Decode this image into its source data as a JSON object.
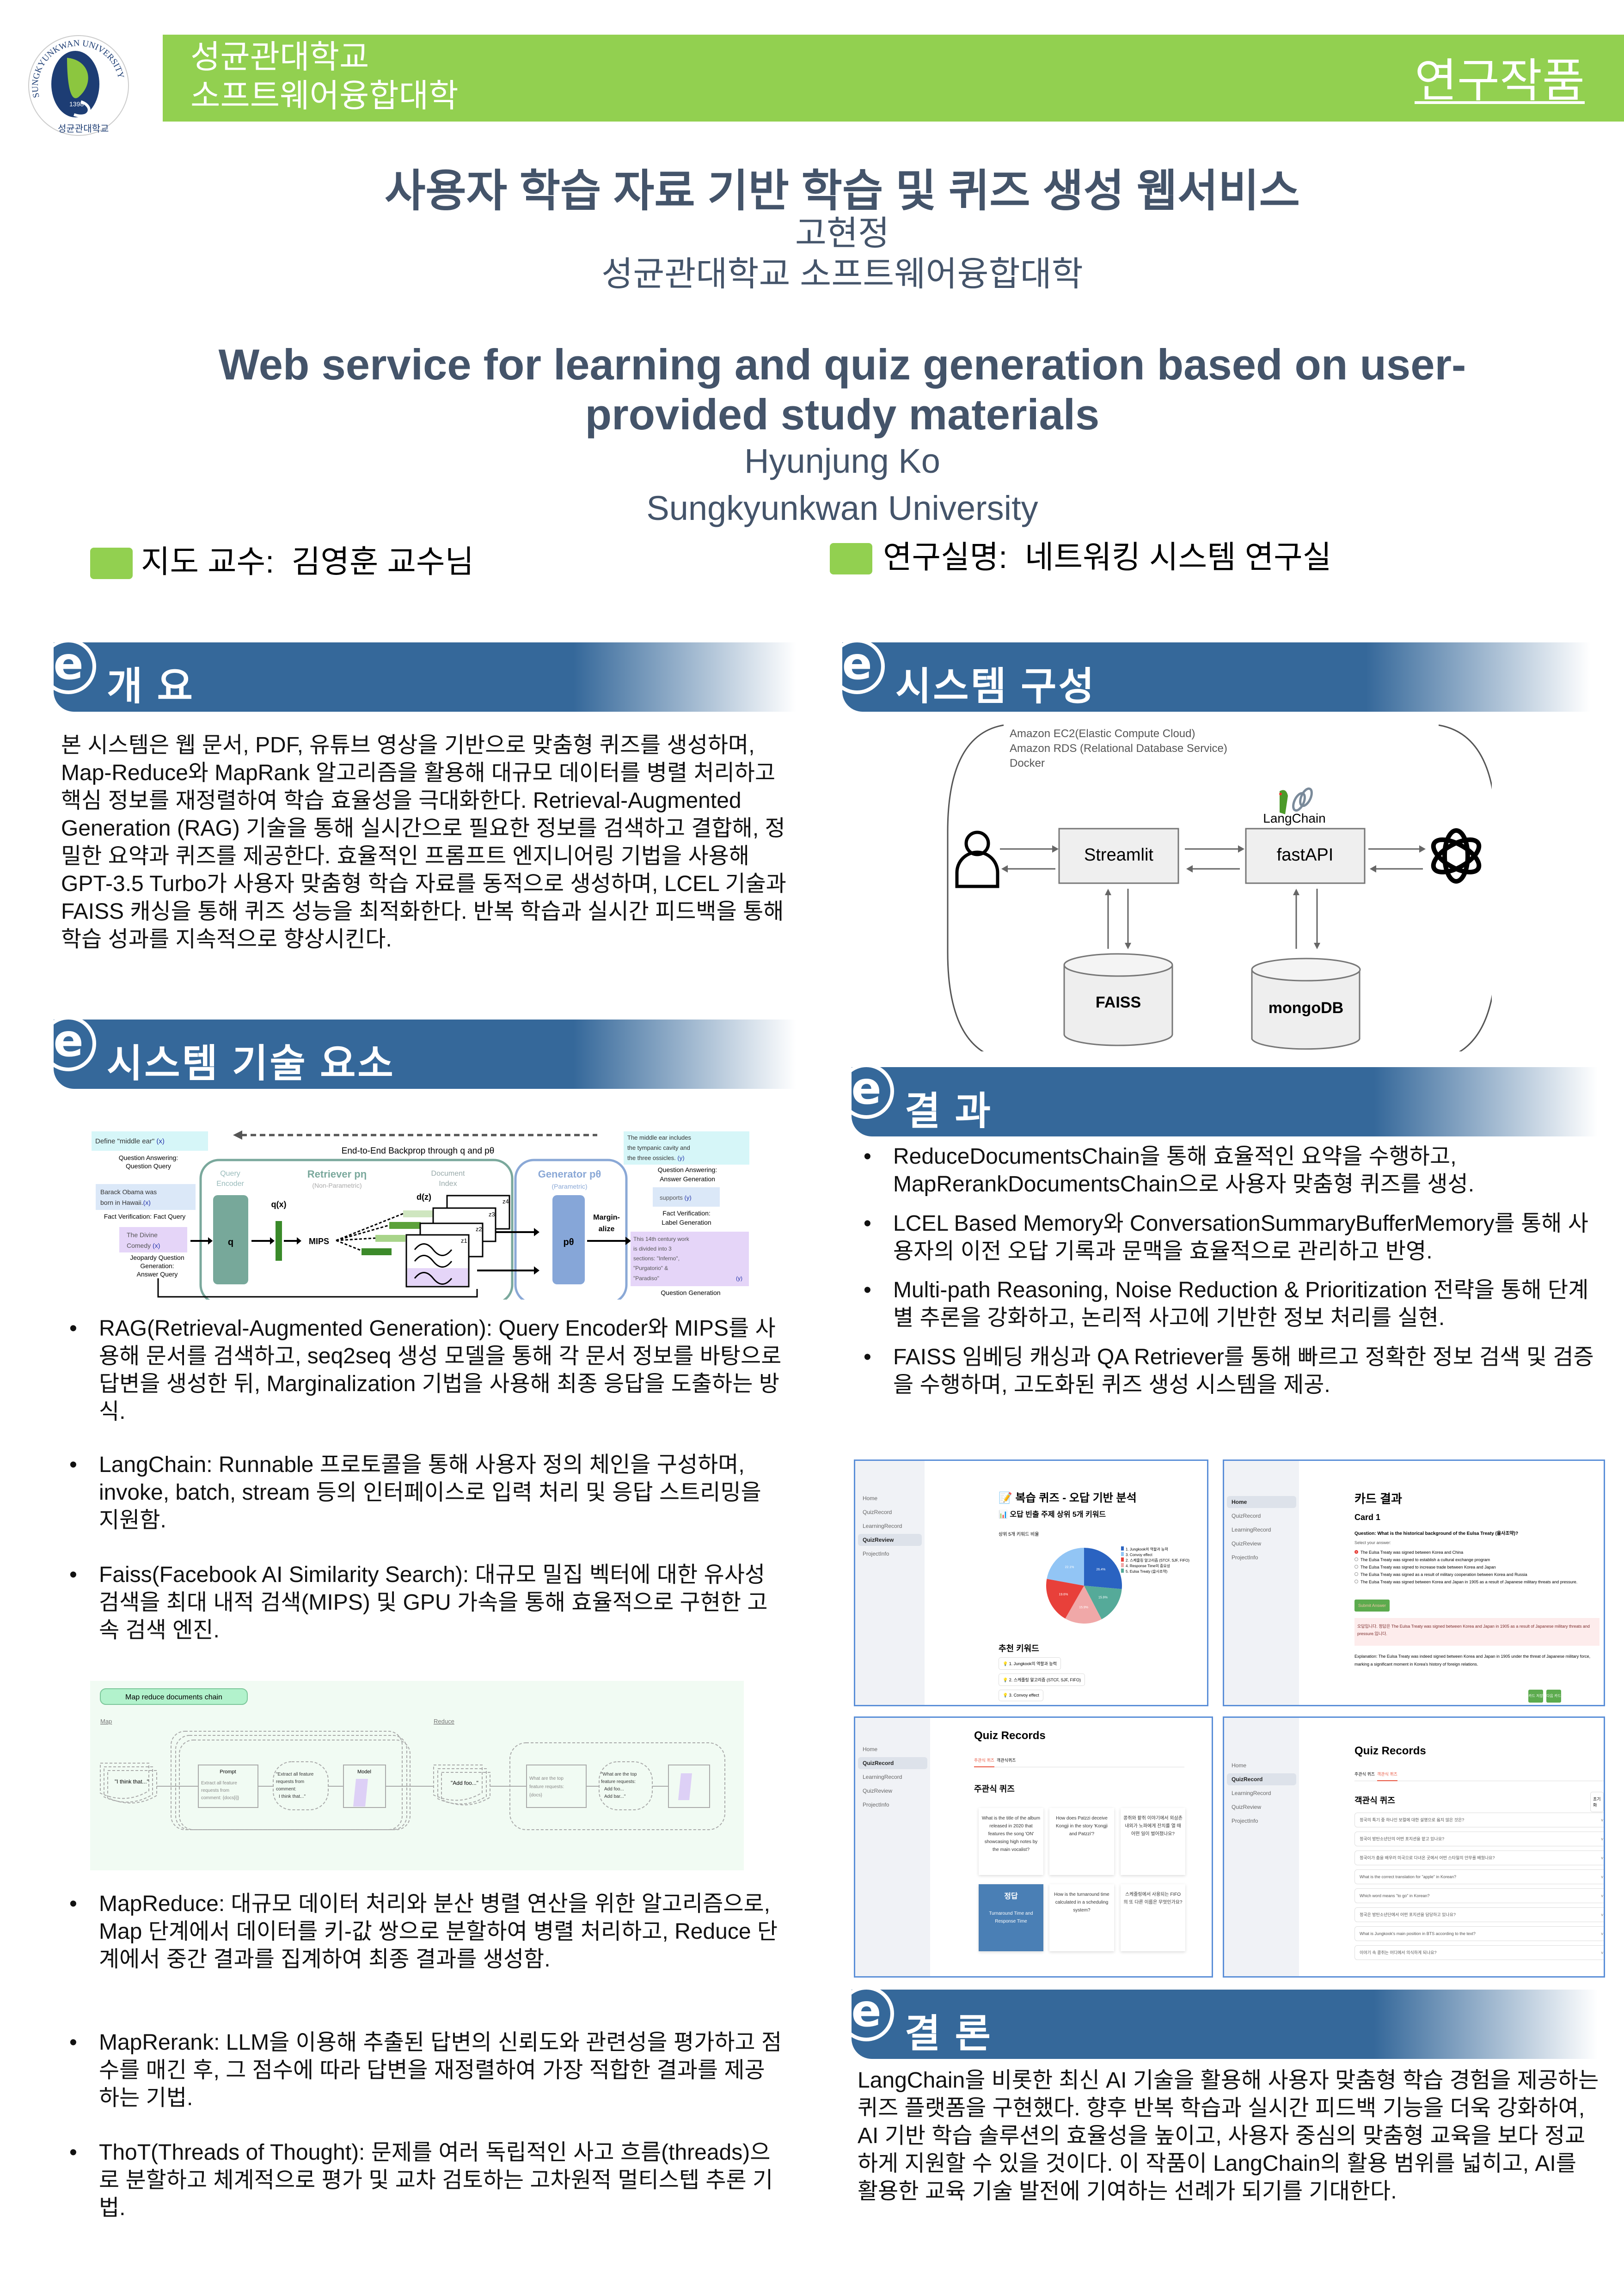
{
  "header": {
    "school": "성균관대학교",
    "college": "소프트웨어융합대학",
    "category": "연구작품",
    "logo_text": "SUNGKYUNKWAN UNIVERSITY · 1398 · 성균관대학교"
  },
  "title": {
    "ko": "사용자 학습 자료 기반 학습 및 퀴즈 생성 웹서비스",
    "author_ko": "고현정",
    "affiliation_ko": "성균관대학교 소프트웨어융합대학",
    "en_lines": [
      "Web service for learning and quiz generation based on user-",
      "provided study materials"
    ],
    "author_en": "Hyunjung Ko",
    "affiliation_en": "Sungkyunkwan University"
  },
  "advisor": "지도 교수:  김영훈 교수님",
  "lab": "연구실명:  네트워킹 시스템 연구실",
  "colors": {
    "banner": "#92d050",
    "section_band": "#35689a",
    "title_text": "#44546a",
    "panel_border": "#5b8fd8"
  },
  "sections": {
    "overview": {
      "title": "개 요",
      "text": "본 시스템은 웹 문서, PDF, 유튜브 영상을 기반으로 맞춤형 퀴즈를 생성하며, Map-Reduce와 MapRank 알고리즘을 활용해 대규모 데이터를 병렬 처리하고 핵심 정보를 재정렬하여 학습 효율성을 극대화한다. Retrieval-Augmented Generation (RAG) 기술을 통해 실시간으로 필요한 정보를 검색하고 결합해, 정밀한 요약과 퀴즈를 제공한다. 효율적인 프롬프트 엔지니어링 기법을 사용해 GPT-3.5 Turbo가 사용자 맞춤형 학습 자료를 동적으로 생성하며, LCEL 기술과 FAISS 캐싱을 통해 퀴즈 성능을 최적화한다. 반복 학습과 실시간 피드백을 통해 학습 성과를 지속적으로 향상시킨다."
    },
    "tech": {
      "title": "시스템 기술 요소",
      "bullets": [
        "RAG(Retrieval-Augmented Generation): Query Encoder와 MIPS를 사용해 문서를 검색하고, seq2seq 생성 모델을 통해 각 문서 정보를 바탕으로 답변을 생성한 뒤, Marginalization 기법을 사용해 최종 응답을 도출하는 방식.",
        "LangChain: Runnable 프로토콜을 통해 사용자 정의 체인을 구성하며, invoke, batch, stream 등의 인터페이스로 입력 처리 및 응답 스트리밍을 지원함.",
        "Faiss(Facebook AI Similarity Search): 대규모 밀집 벡터에 대한 유사성 검색을 최대 내적 검색(MIPS) 및 GPU 가속을 통해 효율적으로 구현한 고속 검색 엔진.",
        "MapReduce: 대규모 데이터 처리와 분산 병렬 연산을 위한 알고리즘으로, Map 단계에서 데이터를 키-값 쌍으로 분할하여 병렬 처리하고, Reduce 단계에서 중간 결과를 집계하여 최종 결과를 생성함.",
        "MapRerank: LLM을 이용해 추출된 답변의 신뢰도와 관련성을 평가하고 점수를 매긴 후, 그 점수에 따라 답변을 재정렬하여 가장 적합한 결과를 제공하는 기법.",
        "ThoT(Threads of Thought): 문제를 여러 독립적인 사고 흐름(threads)으로 분할하고 체계적으로 평가 및 교차 검토하는 고차원적 멀티스텝 추론 기법."
      ],
      "rag_figure": {
        "backprop": "End-to-End Backprop through q and pθ",
        "retriever": "Retriever pη",
        "retriever_sub": "(Non-Parametric)",
        "query_encoder": [
          "Query",
          "Encoder"
        ],
        "doc_index": [
          "Document",
          "Index"
        ],
        "generator": "Generator pθ",
        "generator_sub": "(Parametric)",
        "q": "q",
        "qx": "q(x)",
        "mips": "MIPS",
        "dz": "d(z)",
        "p": "pθ",
        "marginalize": [
          "Margin-",
          "alize"
        ],
        "z": [
          "z4",
          "z3",
          "z2",
          "z1"
        ],
        "in1": "Define \"middle ear\"",
        "in1_lbl": [
          "Question Answering:",
          "Question Query"
        ],
        "in2": [
          "Barack Obama was",
          "born in Hawaii."
        ],
        "in2_lbl": "Fact Verification: Fact Query",
        "in3": [
          "The Divine",
          "Comedy"
        ],
        "in3_lbl": [
          "Jeopardy Question",
          "Generation:",
          "Answer Query"
        ],
        "x": "(x)",
        "y": "(y)",
        "out1": [
          "The middle ear includes",
          "the tympanic cavity and",
          "the three ossicles."
        ],
        "out1_lbl": [
          "Question Answering:",
          "Answer Generation"
        ],
        "out2": "supports",
        "out2_lbl": [
          "Fact Verification:",
          "Label Generation"
        ],
        "out3": [
          "This 14th century work",
          "is divided into 3",
          "sections: \"Inferno\",",
          "\"Purgatorio\" &",
          "\"Paradiso\""
        ],
        "out3_lbl": "Question Generation"
      },
      "mapreduce_figure": {
        "title": "Map reduce documents chain",
        "map": "Map",
        "reduce": "Reduce",
        "doc": "\"I think that...\"",
        "prompt": "Prompt",
        "prompt_text": [
          "Extract all feature",
          "requests from",
          "comment: {docs[i]}"
        ],
        "filled": [
          "\"Extract all feature",
          "requests from",
          "comment:",
          "I think that...\""
        ],
        "model": "Model",
        "mid_doc": "\"Add foo...\"",
        "reduce_prompt": [
          "What are the top",
          "feature requests:",
          "{docs}"
        ],
        "reduce_filled": [
          "\"What are the top",
          "feature requests:",
          "Add foo...",
          "Add bar...\""
        ]
      }
    },
    "architecture": {
      "title": "시스템 구성",
      "infra": [
        "Amazon EC2(Elastic Compute Cloud)",
        "Amazon RDS (Relational Database Service)",
        "Docker"
      ],
      "langchain": "LangChain",
      "streamlit": "Streamlit",
      "fastapi": "fastAPI",
      "faiss": "FAISS",
      "mongodb": "mongoDB"
    },
    "results": {
      "title": "결 과",
      "bullets": [
        "ReduceDocumentsChain을 통해 효율적인 요약을 수행하고, MapRerankDocumentsChain으로 사용자 맞춤형 퀴즈를 생성.",
        "LCEL Based Memory와 ConversationSummaryBufferMemory를 통해 사용자의 이전 오답 기록과 문맥을 효율적으로 관리하고 반영.",
        "Multi-path Reasoning, Noise Reduction & Prioritization 전략을 통해 단계별 추론을 강화하고, 논리적 사고에 기반한 정보 처리를 실현.",
        "FAISS 임베딩 캐싱과 QA Retriever를 통해 빠르고 정확한 정보 검색 및 검증을 수행하며, 고도화된 퀴즈 생성 시스템을 제공."
      ]
    },
    "conclusion": {
      "title": "결 론",
      "text": "LangChain을 비롯한 최신 AI 기술을 활용해 사용자 맞춤형 학습 경험을 제공하는 퀴즈 플랫폼을 구현했다. 향후 반복 학습과 실시간 피드백 기능을 더욱 강화하여, AI 기반 학습 솔루션의 효율성을 높이고, 사용자 중심의 맞춤형 교육을 보다 정교하게 지원할 수 있을 것이다. 이 작품이 LangChain의 활용 범위를 넓히고, AI를 활용한 교육 기술 발전에 기여하는 선례가 되기를 기대한다."
    }
  },
  "app": {
    "nav": [
      "Home",
      "QuizRecord",
      "LearningRecord",
      "QuizReview",
      "ProjectInfo"
    ],
    "review": {
      "selected_nav": 3,
      "title": "📝 복습 퀴즈 - 오답 기반 분석",
      "subtitle": "📊 오답 빈출 주제 상위 5개 키워드",
      "chart_title": "상위 5개 키워드 비율",
      "pie": [
        {
          "label": "1. Jungkook의 역할과 능력",
          "value": 26.4,
          "color": "#2a63c1"
        },
        {
          "label": "5. Eulsa Treaty (을사조약)",
          "value": 15.9,
          "color": "#55aa99"
        },
        {
          "label": "4. Response Time의 중요성",
          "value": 15.9,
          "color": "#f0a8a8"
        },
        {
          "label": "2. 스케줄링 알고리즘 (STCF, SJF, FIFO)",
          "value": 19.6,
          "color": "#e8403a"
        },
        {
          "label": "3. Convoy effect",
          "value": 22.1,
          "color": "#92c5f5"
        }
      ],
      "legend_order": [
        0,
        4,
        3,
        2,
        1
      ],
      "rec_title": "추천 키워드",
      "rec": [
        "1. Jungkook의 역할과 능력",
        "2. 스케줄링 알고리즘 (STCF, SJF, FIFO)",
        "3. Convoy effect"
      ]
    },
    "card": {
      "selected_nav": 0,
      "title": "카드 결과",
      "card": "Card 1",
      "question": "Question: What is the historical background of the Eulsa Treaty (을사조약)?",
      "select": "Select your answer:",
      "options": [
        "The Eulsa Treaty was signed between Korea and China",
        "The Eulsa Treaty was signed to establish a cultural exchange program",
        "The Eulsa Treaty was signed to increase trade between Korea and Japan",
        "The Eulsa Treaty was signed as a result of military cooperation between Korea and Russia",
        "The Eulsa Treaty was signed between Korea and Japan in 1905 as a result of Japanese military threats and pressure."
      ],
      "selected_option": 0,
      "submit": "Submit Answer",
      "error": "오답입니다. 정답은 The Eulsa Treaty was signed between Korea and Japan in 1905 as a result of Japanese military threats and pressure.입니다.",
      "explanation": "Explanation: The Eulsa Treaty was indeed signed between Korea and Japan in 1905 under the threat of Japanese military force, marking a significant moment in Korea's history of foreign relations.",
      "save": "카드 저장",
      "next": "다음 카드"
    },
    "records_subjective": {
      "selected_nav": 1,
      "title": "Quiz Records",
      "tabs": [
        "주관식 퀴즈",
        "객관식퀴즈"
      ],
      "active_tab": 0,
      "heading": "주관식 퀴즈",
      "cards": [
        "What is the title of the album released in 2020 that features the song 'ON' showcasing high notes by the main vocalist?",
        "How does Patzzi deceive Kongji in the story 'Kongji and Patzzi'?",
        "콩쥐와 팥쥐 이야기에서 외삼촌 내외가 노파에게 잔치를 열 때 어떤 일이 벌어졌나요?",
        "How is the turnaround time calculated in a scheduling system?",
        "스케줄링에서 사용되는 FIFO의 또 다른 이름은 무엇인가요?"
      ],
      "answer_label": "정답",
      "answer": "Turnaround Time and Response Time"
    },
    "records_objective": {
      "selected_nav": 1,
      "title": "Quiz Records",
      "tabs": [
        "주관식 퀴즈",
        "객관식 퀴즈"
      ],
      "active_tab": 1,
      "heading": "객관식 퀴즈",
      "reset": "초기화",
      "items": [
        "정국의 특기 중 하나인 보컬에 대한 설명으로 옳지 않은 것은?",
        "정국이 방탄소년단의 어떤 포지션을 맡고 있나요?",
        "정국이가 춤을 배우러 미국으로 다녀온 곳에서 어떤 스타일의 안무를 배웠나요?",
        "What is the correct translation for \"apple\" in Korean?",
        "Which word means \"to go\" in Korean?",
        "정국은 방탄소년단에서 어떤 포지션을 담당하고 있나요?",
        "What is Jungkook's main position in BTS according to the text?",
        "이야기 속 콩쥐는 어디에서 의식하게 되나요?"
      ]
    }
  }
}
